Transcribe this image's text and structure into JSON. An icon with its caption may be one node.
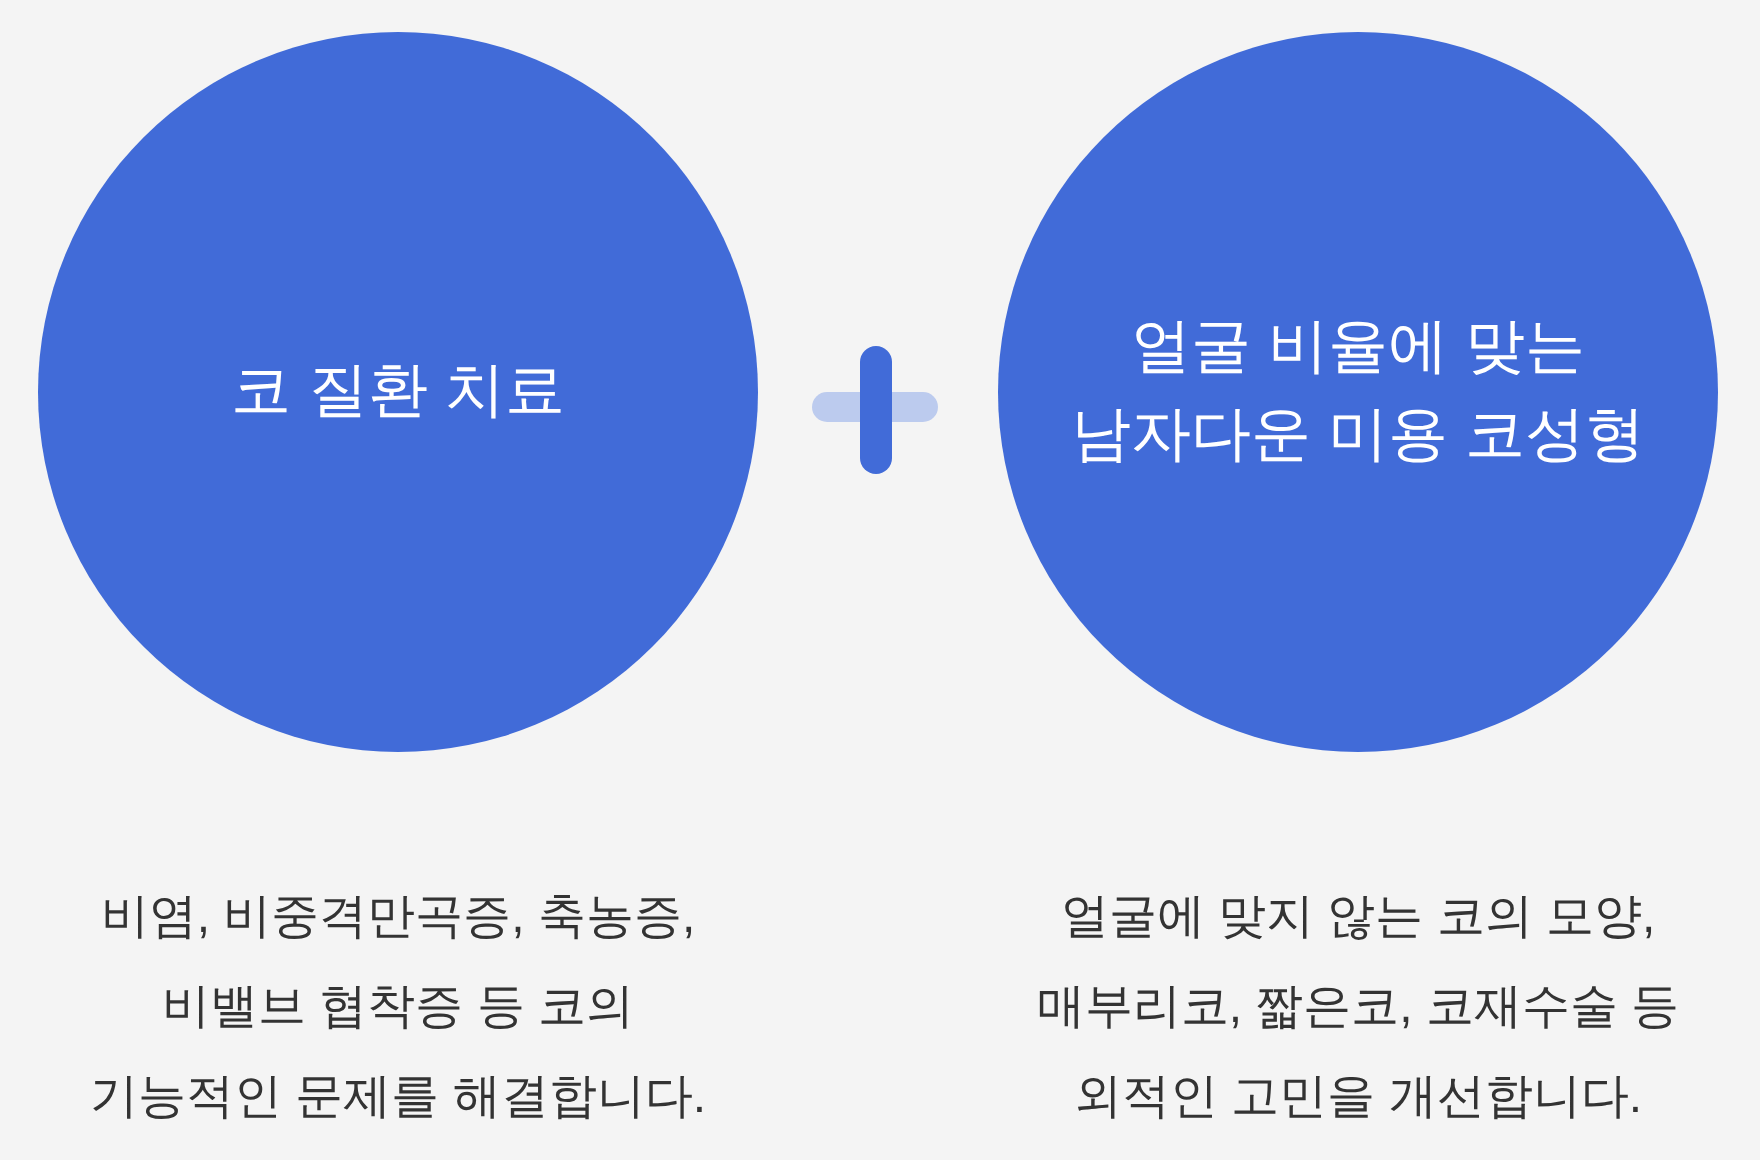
{
  "diagram": {
    "nodes": [
      {
        "text": [
          "코 질환 치료"
        ],
        "beside": [
          "비염, 비중격만곡증, 축농증, 비밸브 협착증 등 코의 기능적인 문제를 해결합니다."
        ]
      },
      {
        "text": [
          "얼굴 비율에 맞는 남자다운 미용 코성형"
        ],
        "beside": [
          "얼굴에 맞지 않는 코의 모양, 매부리코, 짧은코, 코재수술 등 외적인 고민을 개선합니다."
        ]
      }
    ]
  }
}
